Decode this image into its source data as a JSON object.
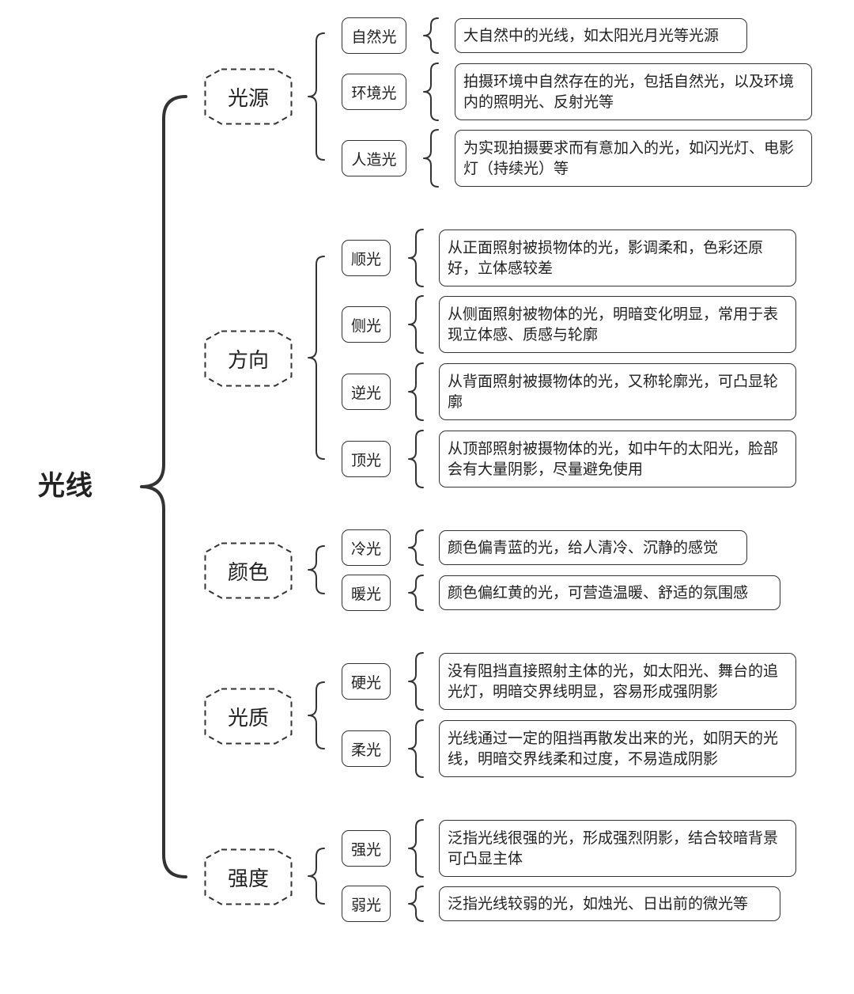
{
  "root": {
    "label": "光线"
  },
  "colors": {
    "line": "#333333",
    "text": "#222222",
    "background": "#ffffff"
  },
  "categories": [
    {
      "label": "光源",
      "items": [
        {
          "label": "自然光",
          "desc": "大自然中的光线，如太阳光月光等光源"
        },
        {
          "label": "环境光",
          "desc": "拍摄环境中自然存在的光，包括自然光，以及环境内的照明光、反射光等"
        },
        {
          "label": "人造光",
          "desc": "为实现拍摄要求而有意加入的光，如闪光灯、电影灯（持续光）等"
        }
      ]
    },
    {
      "label": "方向",
      "items": [
        {
          "label": "顺光",
          "desc": "从正面照射被损物体的光，影调柔和，色彩还原好，立体感较差"
        },
        {
          "label": "侧光",
          "desc": "从侧面照射被物体的光，明暗变化明显，常用于表现立体感、质感与轮廓"
        },
        {
          "label": "逆光",
          "desc": "从背面照射被摄物体的光，又称轮廓光，可凸显轮廓"
        },
        {
          "label": "顶光",
          "desc": "从顶部照射被摄物体的光，如中午的太阳光，脸部会有大量阴影，尽量避免使用"
        }
      ]
    },
    {
      "label": "颜色",
      "items": [
        {
          "label": "冷光",
          "desc": "颜色偏青蓝的光，给人清冷、沉静的感觉"
        },
        {
          "label": "暖光",
          "desc": "颜色偏红黄的光，可营造温暖、舒适的氛围感"
        }
      ]
    },
    {
      "label": "光质",
      "items": [
        {
          "label": "硬光",
          "desc": "没有阻挡直接照射主体的光，如太阳光、舞台的追光灯，明暗交界线明显，容易形成强阴影"
        },
        {
          "label": "柔光",
          "desc": "光线通过一定的阻挡再散发出来的光，如阴天的光线，明暗交界线柔和过度，不易造成阴影"
        }
      ]
    },
    {
      "label": "强度",
      "items": [
        {
          "label": "强光",
          "desc": "泛指光线很强的光，形成强烈阴影，结合较暗背景可凸显主体"
        },
        {
          "label": "弱光",
          "desc": "泛指光线较弱的光，如烛光、日出前的微光等"
        }
      ]
    }
  ]
}
